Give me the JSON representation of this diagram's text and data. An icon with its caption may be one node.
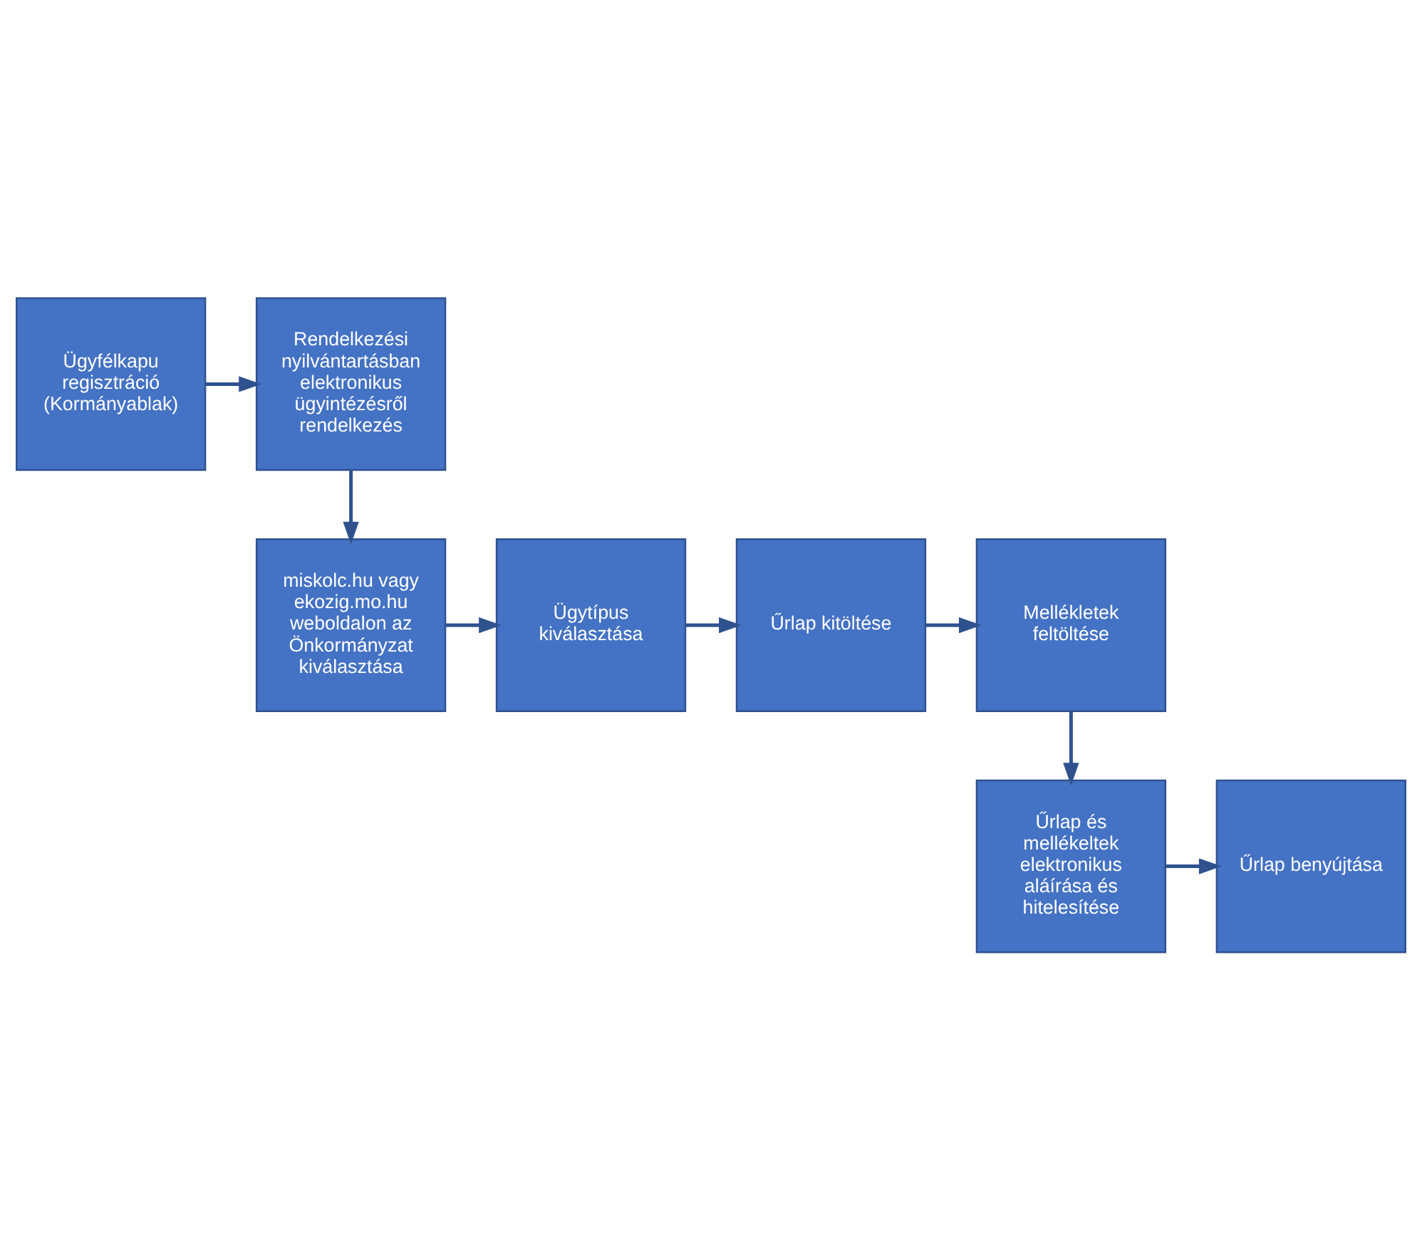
{
  "diagram": {
    "nodes": [
      {
        "text": [
          "Ügyfélkapu regisztráció (Kormányablak)"
        ]
      },
      {
        "text": [
          "Rendelkezési nyilvántartásban elektronikus ügyintézésről rendelkezés"
        ]
      },
      {
        "text": [
          "miskolc.hu vagy ekozig.mo.hu weboldalon az Önkormányzat kiválasztása"
        ]
      },
      {
        "text": [
          "Ügytípus kiválasztása"
        ]
      },
      {
        "text": [
          "Űrlap kitöltése"
        ]
      },
      {
        "text": [
          "Mellékletek feltöltése"
        ]
      },
      {
        "text": [
          "Űrlap és mellékeltek elektronikus aláírása és hitelesítése"
        ]
      },
      {
        "text": [
          "Űrlap benyújtása"
        ]
      }
    ],
    "edges": [
      {
        "from": 0,
        "to": 1,
        "arrow": "to"
      },
      {
        "from": 1,
        "to": 2,
        "arrow": "to"
      },
      {
        "from": 2,
        "to": 3,
        "arrow": "to"
      },
      {
        "from": 3,
        "to": 4,
        "arrow": "to"
      },
      {
        "from": 4,
        "to": 5,
        "arrow": "to"
      },
      {
        "from": 5,
        "to": 6,
        "arrow": "to"
      },
      {
        "from": 6,
        "to": 7,
        "arrow": "to"
      }
    ]
  }
}
